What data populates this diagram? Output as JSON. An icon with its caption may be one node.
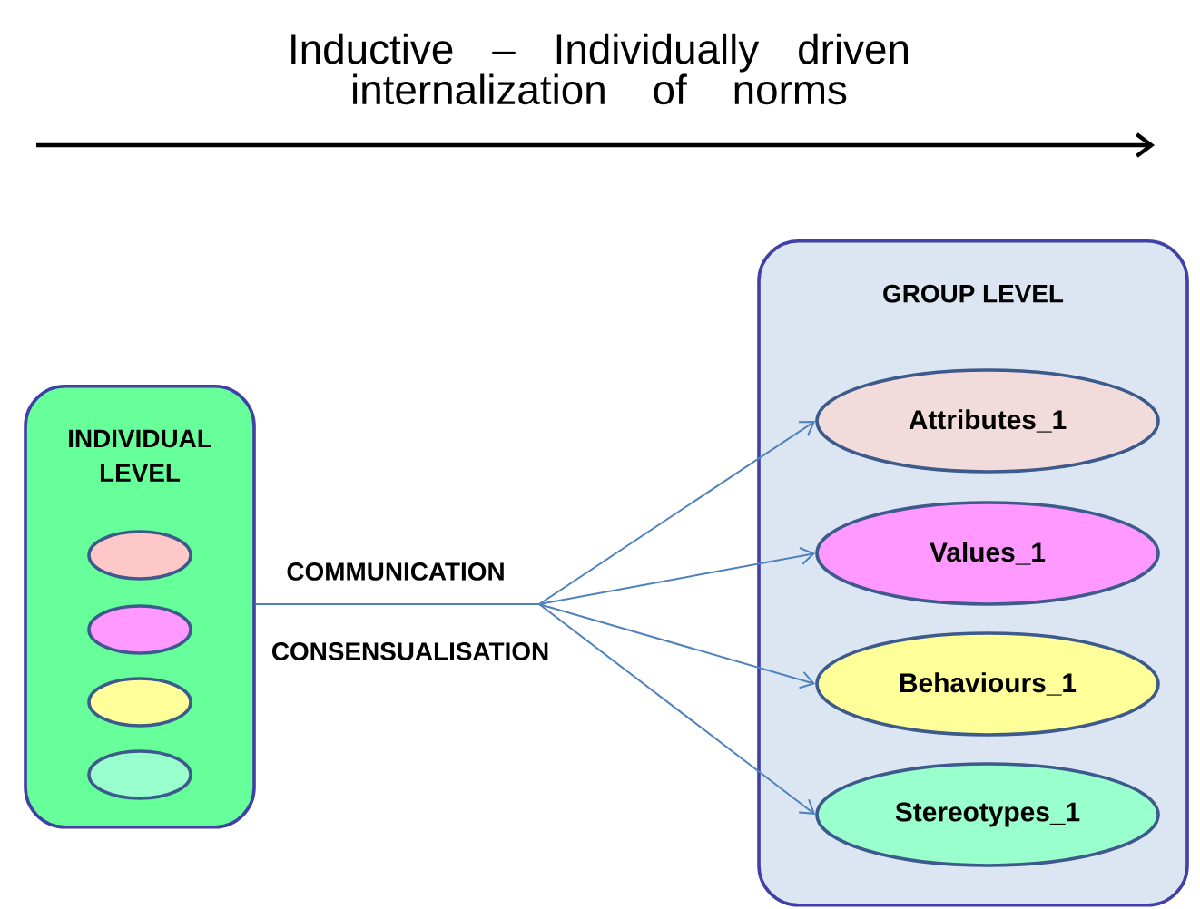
{
  "diagram": {
    "title": "Inductive – Individually driven internalization of norms",
    "nodes": [
      {
        "text": [
          "INDIVIDUAL LEVEL"
        ]
      },
      {
        "text": [],
        "shape": "ellipse",
        "in": 0
      },
      {
        "text": [],
        "shape": "ellipse",
        "in": 0
      },
      {
        "text": [],
        "shape": "ellipse",
        "in": 0
      },
      {
        "text": [],
        "shape": "ellipse",
        "in": 0
      },
      {
        "text": [
          "GROUP LEVEL"
        ]
      },
      {
        "text": [
          "Attributes_1"
        ],
        "in": 5
      },
      {
        "text": [
          "Values_1"
        ],
        "in": 5
      },
      {
        "text": [
          "Behaviours_1"
        ],
        "in": 5
      },
      {
        "text": [
          "Stereotypes_1"
        ],
        "in": 5
      }
    ],
    "edges": [
      {
        "from": 0,
        "to": 6,
        "arrow": "to"
      },
      {
        "from": 0,
        "to": 7,
        "arrow": "to"
      },
      {
        "from": 0,
        "to": 8,
        "arrow": "to"
      },
      {
        "from": 0,
        "to": 9,
        "arrow": "to"
      }
    ],
    "labels": [
      "COMMUNICATION",
      "CONSENSUALISATION"
    ]
  }
}
